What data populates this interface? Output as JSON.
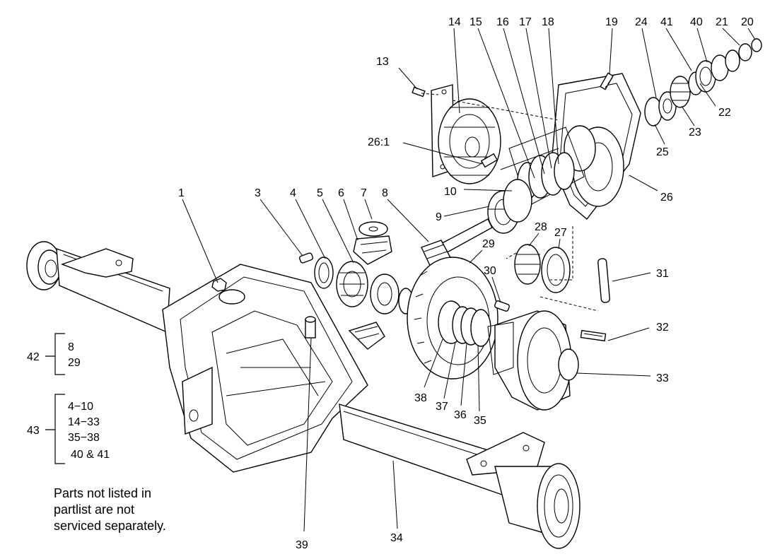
{
  "callouts": {
    "c1": "1",
    "c3": "3",
    "c4": "4",
    "c5": "5",
    "c6": "6",
    "c7": "7",
    "c8": "8",
    "c9": "9",
    "c10": "10",
    "c13": "13",
    "c14": "14",
    "c15": "15",
    "c16": "16",
    "c17": "17",
    "c18": "18",
    "c19": "19",
    "c20": "20",
    "c21": "21",
    "c22": "22",
    "c23": "23",
    "c24": "24",
    "c25": "25",
    "c26": "26",
    "c26_1": "26:1",
    "c27": "27",
    "c28": "28",
    "c29": "29",
    "c30": "30",
    "c31": "31",
    "c32": "32",
    "c33": "33",
    "c34": "34",
    "c35": "35",
    "c36": "36",
    "c37": "37",
    "c38": "38",
    "c39": "39",
    "c40": "40",
    "c41": "41"
  },
  "groups": {
    "g42": {
      "label": "42",
      "items": [
        "8",
        "29"
      ]
    },
    "g43": {
      "label": "43",
      "items": [
        "4−10",
        "14−33",
        "35−38",
        "40 & 41"
      ]
    }
  },
  "note": {
    "lines": [
      "Parts not listed in",
      "partlist are not",
      "serviced separately."
    ]
  }
}
